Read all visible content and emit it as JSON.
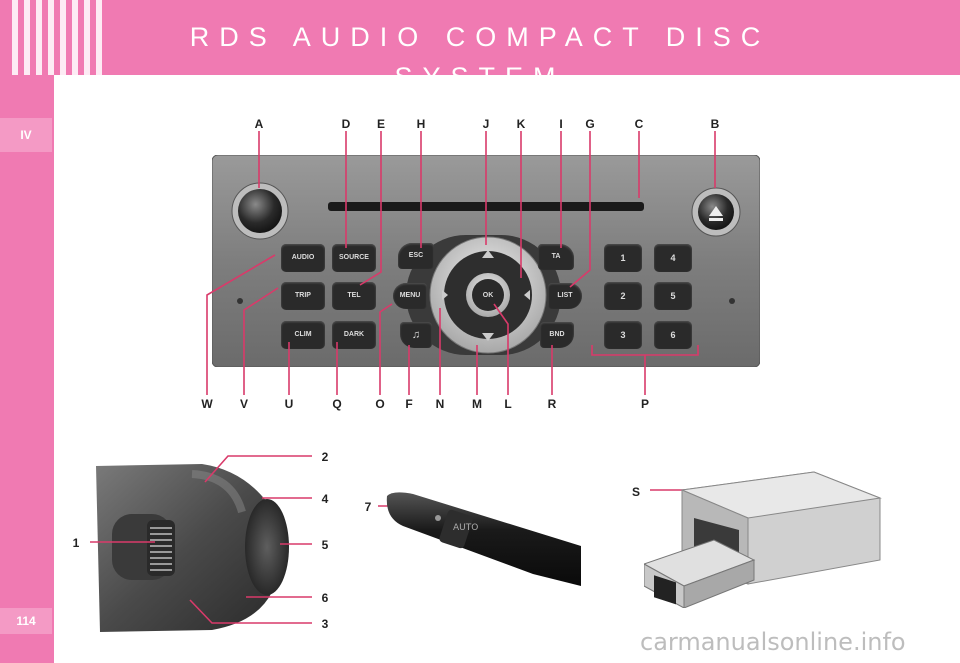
{
  "header": {
    "title": "RDS AUDIO COMPACT DISC SYSTEM"
  },
  "sidebar": {
    "chapter": "IV",
    "page_number": "114"
  },
  "watermark": "carmanualsonline.info",
  "radio": {
    "top_labels": [
      "A",
      "D",
      "E",
      "H",
      "J",
      "K",
      "I",
      "G",
      "C",
      "B"
    ],
    "bottom_labels": [
      "W",
      "V",
      "U",
      "Q",
      "O",
      "F",
      "N",
      "M",
      "L",
      "R",
      "P"
    ],
    "left_buttons": [
      "AUDIO",
      "SOURCE",
      "TRIP",
      "TEL",
      "CLIM",
      "DARK"
    ],
    "nav_buttons": {
      "esc": "ESC",
      "menu": "MENU",
      "ok": "OK",
      "ta": "TA",
      "list": "LIST",
      "band": "BND"
    },
    "presets": [
      "1",
      "4",
      "2",
      "5",
      "3",
      "6"
    ]
  },
  "stalk_labels": [
    "2",
    "4",
    "1",
    "5",
    "6",
    "3"
  ],
  "stalk2_label": "7",
  "changer_label": "S",
  "colors": {
    "brand_pink": "#f07ab2",
    "leader_line": "#d93a6a"
  }
}
